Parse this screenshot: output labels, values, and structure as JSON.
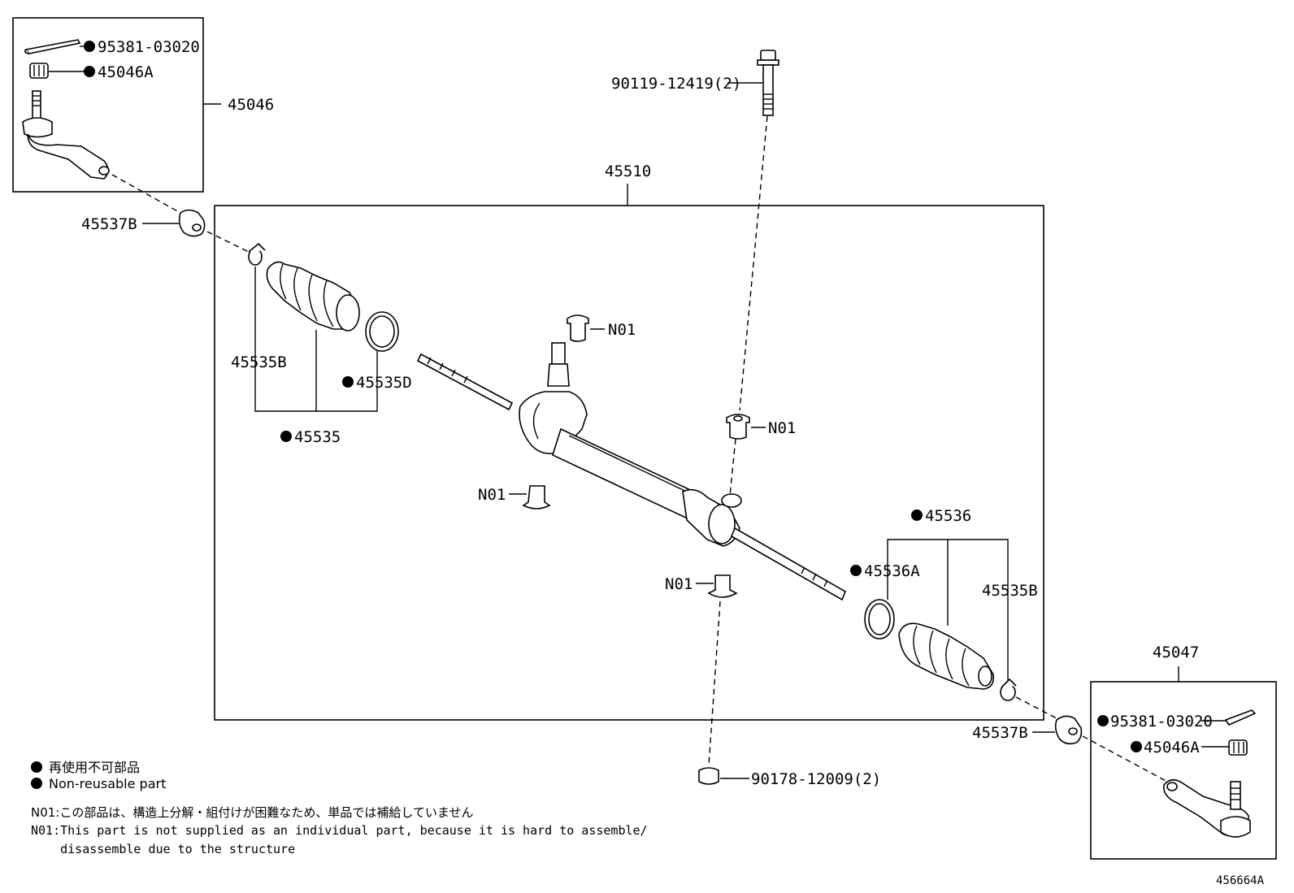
{
  "labels": {
    "p95381_top": "95381-03020",
    "p45046A_top": "45046A",
    "p45046": "45046",
    "p45537B_left": "45537B",
    "p45510": "45510",
    "p90119": "90119-12419(2)",
    "pN01_a": "N01",
    "pN01_b": "N01",
    "pN01_c": "N01",
    "pN01_d": "N01",
    "p45535B_left": "45535B",
    "p45535D": "45535D",
    "p45535": "45535",
    "p45536": "45536",
    "p45536A": "45536A",
    "p45535B_right": "45535B",
    "p45047": "45047",
    "p45537B_right": "45537B",
    "p95381_bottom": "95381-03020",
    "p45046A_bottom": "45046A",
    "p90178": "90178-12009(2)"
  },
  "legend": {
    "jp": "再使用不可部品",
    "en": "Non-reusable part"
  },
  "notes": {
    "jp": "N01:この部品は、構造上分解・組付けが困難なため、単品では補給していません",
    "en_line1": "N01:This part is not supplied as an individual part, because it is hard to assemble/",
    "en_line2": "    disassemble due to the structure"
  },
  "figure_id": "456664A"
}
